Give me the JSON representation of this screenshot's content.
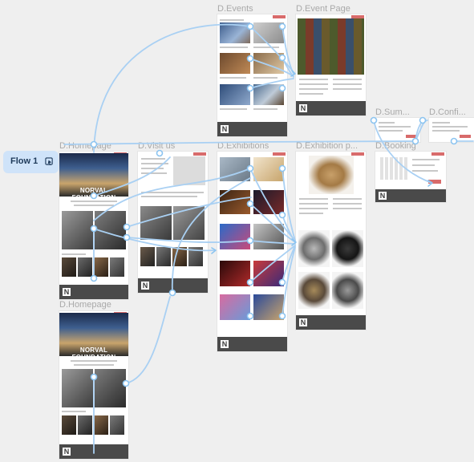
{
  "flow": {
    "label": "Flow 1"
  },
  "frames": {
    "events": "D.Events",
    "event_page": "D.Event Page",
    "summary": "D.Sum...",
    "confirm": "D.Confi...",
    "homepage_1": "D.Homepage",
    "visit_us": "D.Visit us",
    "exhibitions": "D.Exhibitions",
    "exhibition_page": "D.Exhibition p...",
    "booking": "D.Booking",
    "homepage_2": "D.Homepage"
  },
  "hero": {
    "title": "NORVAL FOUNDATION"
  },
  "brand": {
    "logo_letter": "N"
  },
  "colors": {
    "connector": "#9ccaf2",
    "flow_bg": "#cfe3f9",
    "footer": "#4a4a4a",
    "accent": "#d86b6b"
  }
}
